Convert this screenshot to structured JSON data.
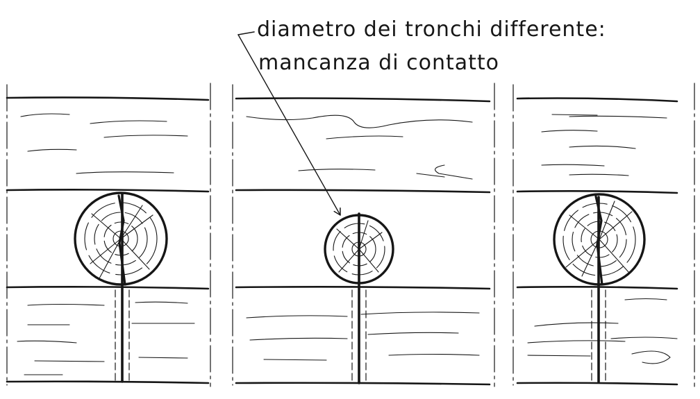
{
  "annotation": {
    "line1": "diametro dei tronchi differente:",
    "line2": "mancanza di contatto"
  },
  "panels": [
    {
      "id": "left",
      "log_relative_size": "large"
    },
    {
      "id": "middle",
      "log_relative_size": "small"
    },
    {
      "id": "right",
      "log_relative_size": "large"
    }
  ],
  "colors": {
    "ink": "#161616",
    "paper": "#ffffff"
  }
}
